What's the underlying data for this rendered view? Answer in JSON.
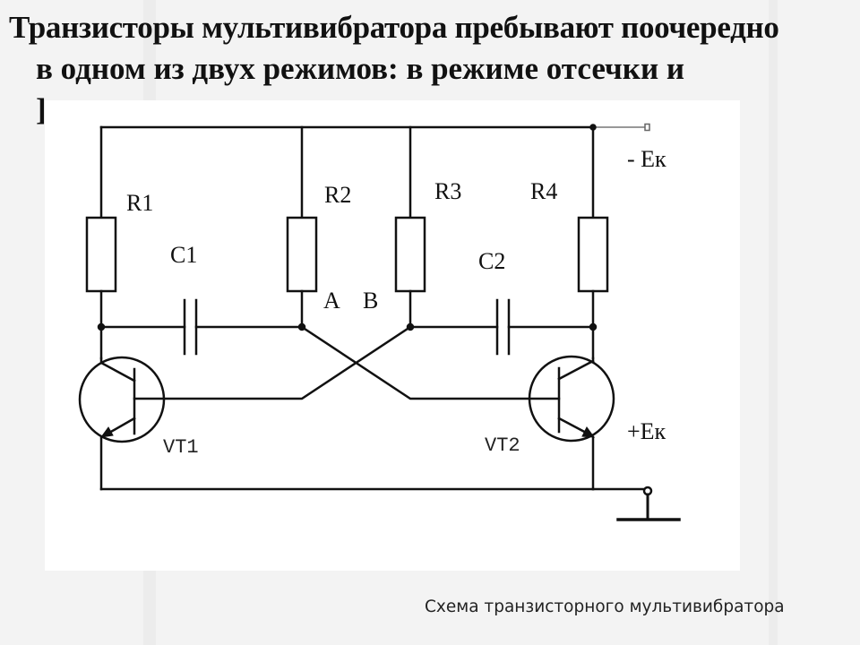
{
  "slide": {
    "title_lines": [
      "Транзисторы мультивибратора пребывают поочередно",
      "в одном из двух режимов: в режиме отсечки и",
      "]"
    ],
    "caption": "Схема транзисторного мультивибратора"
  },
  "circuit": {
    "resistors": [
      "R1",
      "R2",
      "R3",
      "R4"
    ],
    "capacitors": [
      "C1",
      "C2"
    ],
    "nodes": [
      "A",
      "B"
    ],
    "transistors": [
      "VT1",
      "VT2"
    ],
    "supply_negative": "- Eк",
    "supply_positive": "+Eк"
  }
}
